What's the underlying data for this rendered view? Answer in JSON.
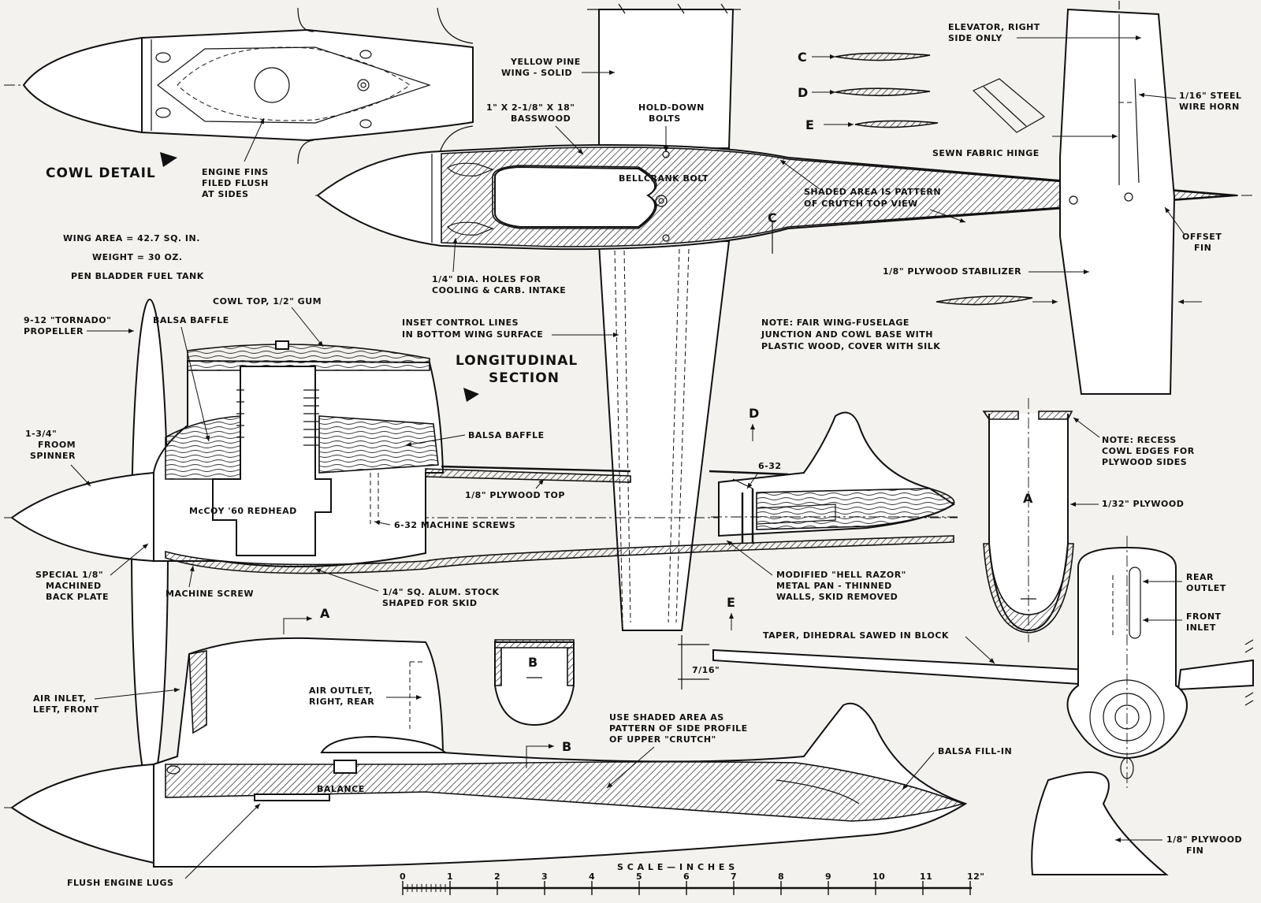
{
  "titles": {
    "cowl_detail": "COWL DETAIL",
    "longitudinal": [
      "LONGITUDINAL",
      "SECTION"
    ]
  },
  "specs": [
    "WING AREA = 42.7 SQ. IN.",
    "WEIGHT = 30 OZ.",
    "PEN BLADDER FUEL TANK"
  ],
  "labels": {
    "engine_fins": [
      "ENGINE FINS",
      "FILED FLUSH",
      "AT SIDES"
    ],
    "yellow_pine": [
      "YELLOW PINE",
      "WING - SOLID"
    ],
    "basswood": [
      "1\" X 2-1/8\" X 18\"",
      "BASSWOOD"
    ],
    "hold_down": [
      "HOLD-DOWN",
      "BOLTS"
    ],
    "bellcrank": "BELLCRANK BOLT",
    "shaded_pattern": [
      "SHADED AREA IS PATTERN",
      "OF CRUTCH TOP VIEW"
    ],
    "elevator": [
      "ELEVATOR, RIGHT",
      "SIDE ONLY"
    ],
    "steel_horn": [
      "1/16\" STEEL",
      "WIRE HORN"
    ],
    "fabric_hinge": "SEWN FABRIC HINGE",
    "offset_fin": [
      "OFFSET",
      "FIN"
    ],
    "stabilizer": "1/8\" PLYWOOD STABILIZER",
    "holes": [
      "1/4\" DIA. HOLES FOR",
      "COOLING & CARB. INTAKE"
    ],
    "inset_lines": [
      "INSET CONTROL LINES",
      "IN BOTTOM WING SURFACE"
    ],
    "note_fair": [
      "NOTE: FAIR WING-FUSELAGE",
      "JUNCTION AND COWL BASE WITH",
      "PLASTIC WOOD, COVER WITH SILK"
    ],
    "propeller": [
      "9-12 \"TORNADO\"",
      "PROPELLER"
    ],
    "balsa_baffle_1": "BALSA BAFFLE",
    "cowl_top": "COWL TOP, 1/2\" GUM",
    "froom": [
      "1-3/4\"",
      "FROOM",
      "SPINNER"
    ],
    "balsa_baffle_2": "BALSA BAFFLE",
    "plywood_top": "1/8\" PLYWOOD TOP",
    "mccoy": "McCOY '60 REDHEAD",
    "machine_screws": "6-32 MACHINE SCREWS",
    "back_plate": [
      "SPECIAL 1/8\"",
      "MACHINED",
      "BACK PLATE"
    ],
    "machine_screw": "MACHINE SCREW",
    "alum_stock": [
      "1/4\" SQ. ALUM. STOCK",
      "SHAPED FOR SKID"
    ],
    "six32": "6-32",
    "hell_razor": [
      "MODIFIED \"HELL RAZOR\"",
      "METAL PAN - THINNED",
      "WALLS, SKID REMOVED"
    ],
    "note_recess": [
      "NOTE: RECESS",
      "COWL EDGES FOR",
      "PLYWOOD SIDES"
    ],
    "plywood_132": "1/32\" PLYWOOD",
    "rear_outlet": [
      "REAR",
      "OUTLET"
    ],
    "front_inlet": [
      "FRONT",
      "INLET"
    ],
    "taper": "TAPER, DIHEDRAL SAWED IN BLOCK",
    "seven16": "7/16\"",
    "air_inlet": [
      "AIR INLET,",
      "LEFT, FRONT"
    ],
    "air_outlet": [
      "AIR OUTLET,",
      "RIGHT, REAR"
    ],
    "use_shaded": [
      "USE SHADED AREA AS",
      "PATTERN OF SIDE PROFILE",
      "OF UPPER \"CRUTCH\""
    ],
    "balsa_fill": "BALSA FILL-IN",
    "balance": "BALANCE",
    "engine_lugs": "FLUSH ENGINE LUGS",
    "plywood_fin": [
      "1/8\" PLYWOOD",
      "FIN"
    ]
  },
  "section_marks": [
    "A",
    "B",
    "C",
    "D",
    "E"
  ],
  "scale": {
    "title": "S C A L E  —  I N C H E S",
    "ticks": [
      "0",
      "1",
      "2",
      "3",
      "4",
      "5",
      "6",
      "7",
      "8",
      "9",
      "10",
      "11",
      "12\""
    ]
  }
}
